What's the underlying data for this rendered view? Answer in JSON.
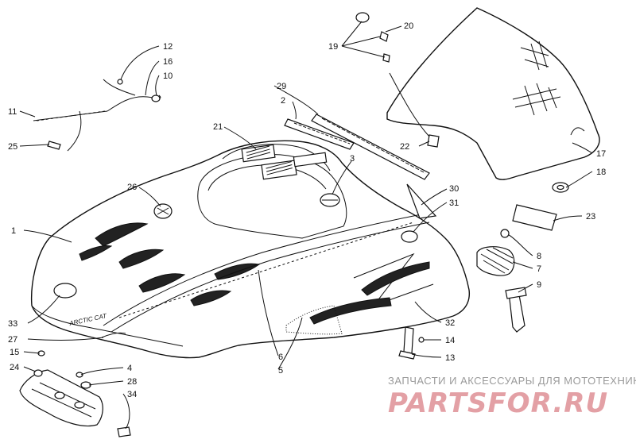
{
  "callouts": [
    {
      "id": "c1",
      "text": "1"
    },
    {
      "id": "c2",
      "text": "2"
    },
    {
      "id": "c3",
      "text": "3"
    },
    {
      "id": "c4",
      "text": "4"
    },
    {
      "id": "c5",
      "text": "5"
    },
    {
      "id": "c6",
      "text": "6"
    },
    {
      "id": "c7",
      "text": "7"
    },
    {
      "id": "c8",
      "text": "8"
    },
    {
      "id": "c9",
      "text": "9"
    },
    {
      "id": "c10",
      "text": "10"
    },
    {
      "id": "c11",
      "text": "11"
    },
    {
      "id": "c12",
      "text": "12"
    },
    {
      "id": "c13",
      "text": "13"
    },
    {
      "id": "c14",
      "text": "14"
    },
    {
      "id": "c15",
      "text": "15"
    },
    {
      "id": "c16",
      "text": "16"
    },
    {
      "id": "c17",
      "text": "17"
    },
    {
      "id": "c18",
      "text": "18"
    },
    {
      "id": "c19",
      "text": "19"
    },
    {
      "id": "c20",
      "text": "20"
    },
    {
      "id": "c21",
      "text": "21"
    },
    {
      "id": "c22",
      "text": "22"
    },
    {
      "id": "c23",
      "text": "23"
    },
    {
      "id": "c24",
      "text": "24"
    },
    {
      "id": "c25",
      "text": "25"
    },
    {
      "id": "c26",
      "text": "26"
    },
    {
      "id": "c27",
      "text": "27"
    },
    {
      "id": "c28",
      "text": "28"
    },
    {
      "id": "c29",
      "text": "29"
    },
    {
      "id": "c30",
      "text": "30"
    },
    {
      "id": "c31",
      "text": "31"
    },
    {
      "id": "c32",
      "text": "32"
    },
    {
      "id": "c33",
      "text": "33"
    },
    {
      "id": "c34",
      "text": "34"
    }
  ],
  "hood_decal_text": "ARCTIC CAT",
  "watermark": {
    "tagline": "ЗАПЧАСТИ И АКСЕССУАРЫ ДЛЯ МОТОТЕХНИКИ",
    "logo": "PARTSFOR.RU",
    "tagline_color": "#9a9a9a",
    "logo_color": "#e3a0a5"
  }
}
